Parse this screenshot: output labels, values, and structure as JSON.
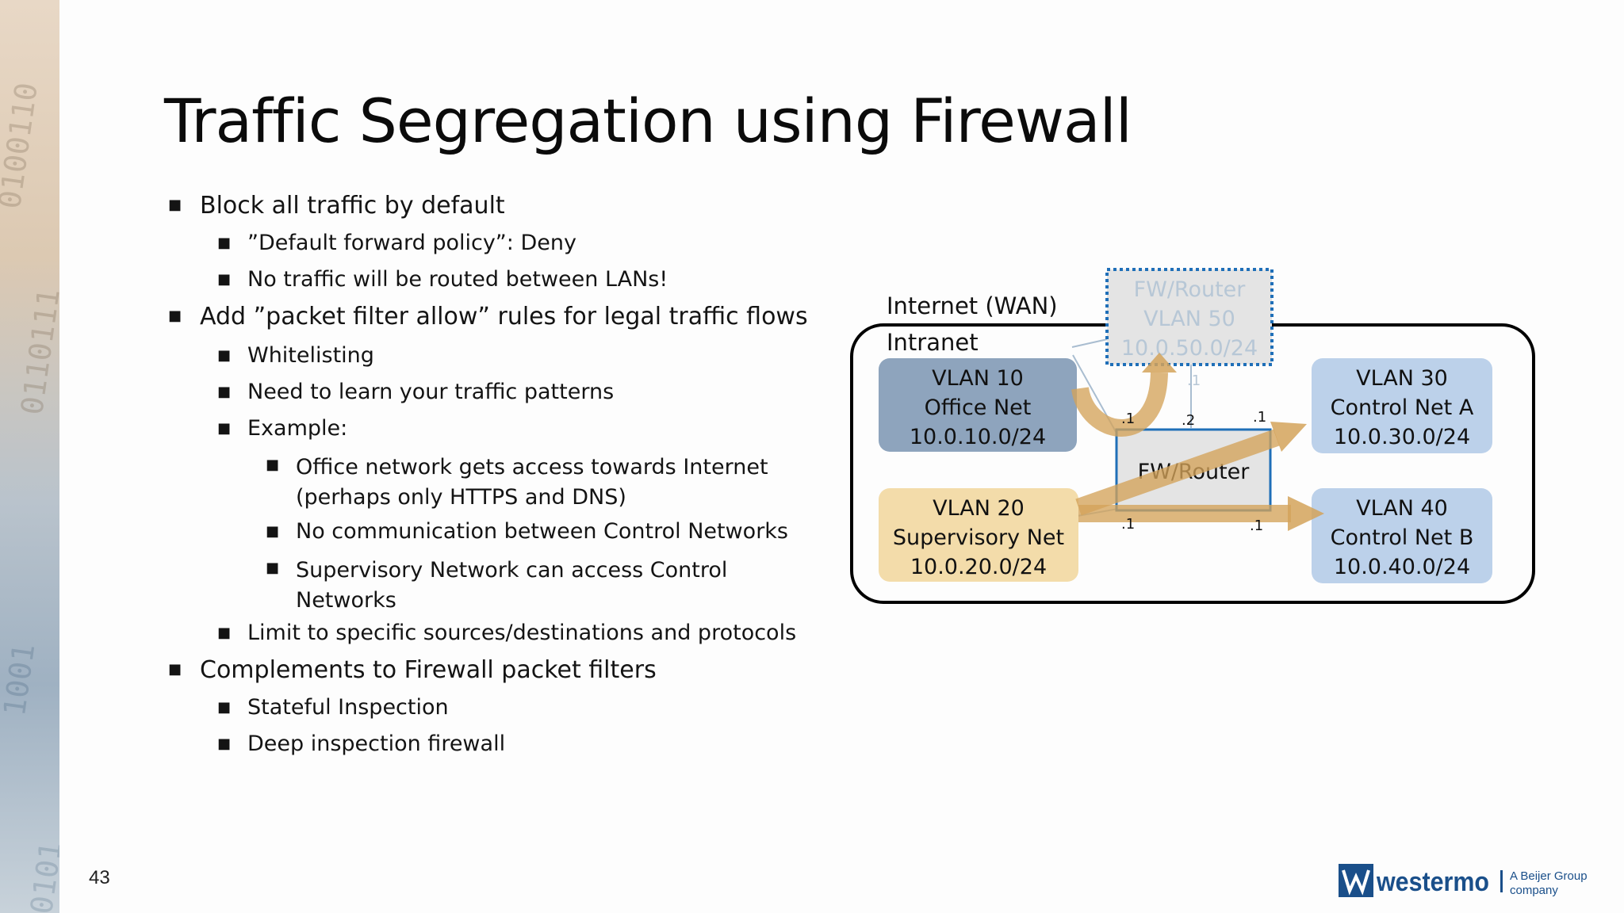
{
  "title": "Traffic Segregation using Firewall",
  "bullets": [
    {
      "level": 1,
      "text": "Block all traffic by default"
    },
    {
      "level": 2,
      "text": "”Default forward policy”: Deny"
    },
    {
      "level": 2,
      "text": "No traffic will be routed between LANs!"
    },
    {
      "level": 1,
      "text": "Add ”packet filter allow” rules for legal traffic flows"
    },
    {
      "level": 2,
      "text": "Whitelisting"
    },
    {
      "level": 2,
      "text": "Need to learn your traffic patterns"
    },
    {
      "level": 2,
      "text": "Example:"
    },
    {
      "level": 3,
      "lines": [
        "Office network gets access towards Internet",
        "(perhaps only HTTPS and DNS)"
      ]
    },
    {
      "level": 3,
      "text": "No communication between Control Networks"
    },
    {
      "level": 3,
      "lines": [
        "Supervisory Network can access Control",
        "Networks"
      ]
    },
    {
      "level": 2,
      "text": "Limit to specific sources/destinations and protocols"
    },
    {
      "level": 1,
      "text": "Complements to Firewall packet filters"
    },
    {
      "level": 2,
      "text": "Stateful Inspection"
    },
    {
      "level": 2,
      "text": "Deep inspection firewall"
    }
  ],
  "diagram": {
    "wan_label": "Internet (WAN)",
    "intranet_label": "Intranet",
    "wan_router": {
      "lines": [
        "FW/Router",
        "VLAN 50",
        "10.0.50.0/24"
      ]
    },
    "center_router": {
      "label": "FW/Router"
    },
    "vlans": [
      {
        "id": "vlan10",
        "lines": [
          "VLAN 10",
          "Office Net",
          "10.0.10.0/24"
        ],
        "fill": "#8ea4bd"
      },
      {
        "id": "vlan20",
        "lines": [
          "VLAN 20",
          "Supervisory Net",
          "10.0.20.0/24"
        ],
        "fill": "#f3dcaa"
      },
      {
        "id": "vlan30",
        "lines": [
          "VLAN 30",
          "Control Net A",
          "10.0.30.0/24"
        ],
        "fill": "#bcd1ea"
      },
      {
        "id": "vlan40",
        "lines": [
          "VLAN 40",
          "Control Net B",
          "10.0.40.0/24"
        ],
        "fill": "#bcd1ea"
      }
    ],
    "ip_labels": [
      ".1",
      ".1",
      ".2",
      ".1",
      ".1",
      ".1"
    ],
    "colors": {
      "flow": "#d4a35a",
      "router_border": "#1f6fb8",
      "box_outline": "#000000"
    }
  },
  "page_number": "43",
  "logo": {
    "brand": "westermo",
    "tagline_1": "A Beijer Group",
    "tagline_2": "company"
  }
}
